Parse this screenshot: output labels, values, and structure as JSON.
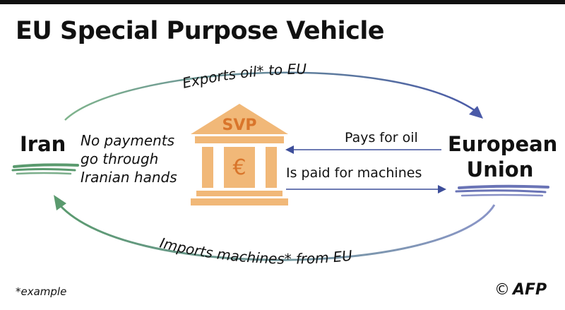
{
  "title": "EU Special Purpose Vehicle",
  "nodes": {
    "iran": "Iran",
    "eu_line1": "European",
    "eu_line2": "Union",
    "svp": "SVP",
    "currency_symbol": "€"
  },
  "note_lines": [
    "No payments",
    "go through",
    "Iranian hands"
  ],
  "flows": {
    "top_arc": "Exports oil* to EU",
    "bottom_arc": "Imports machines* from EU",
    "pays": "Pays for oil",
    "paid": "Is paid for machines"
  },
  "footnote": "*example",
  "credit": {
    "copyright": "©",
    "agency": "AFP"
  },
  "colors": {
    "iran_green": "#5a9a6e",
    "eu_blue": "#4a5aa8",
    "bank_orange": "#f1b878",
    "bank_text": "#d9752b",
    "flow_blue": "#3d4e9a"
  }
}
